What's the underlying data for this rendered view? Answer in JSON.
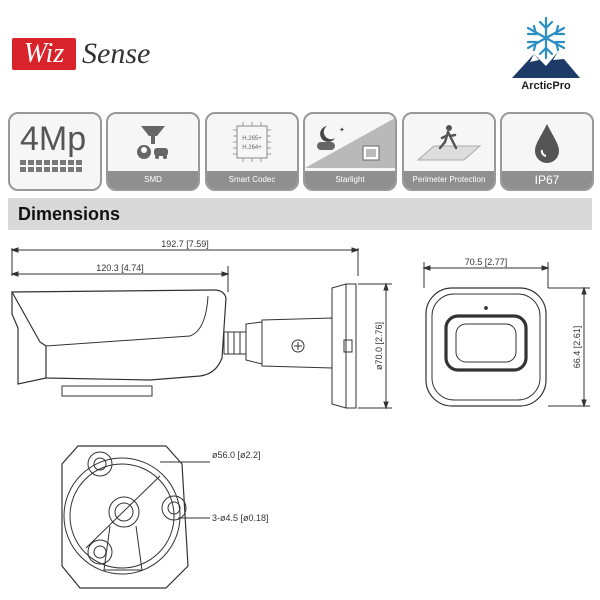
{
  "brand": {
    "wiz": "Wiz",
    "sense": "Sense",
    "partner": "ArcticPro"
  },
  "features": [
    {
      "big": "4Mp",
      "label": ""
    },
    {
      "big": "",
      "label": "SMD"
    },
    {
      "big": "",
      "label": "Smart  Codec",
      "codec1": "H.265+",
      "codec2": "H.264+"
    },
    {
      "big": "",
      "label": "Starlight"
    },
    {
      "big": "",
      "label": "Perimeter Protection"
    },
    {
      "big": "",
      "label": "IP67"
    }
  ],
  "section_title": "Dimensions",
  "dims": {
    "overall_length": "192.7 [7.59]",
    "body_length": "120.3 [4.74]",
    "base_diameter": "ø70.0 [2.76]",
    "front_width": "70.5 [2.77]",
    "front_height": "66.4 [2.61]",
    "bolt_circle": "ø56.0 [ø2.2]",
    "holes": "3-ø4.5 [ø0.18]"
  },
  "colors": {
    "wiz_red": "#d8232a",
    "feature_label_bg": "#8f8f8f",
    "section_bar": "#d9d9d9"
  }
}
